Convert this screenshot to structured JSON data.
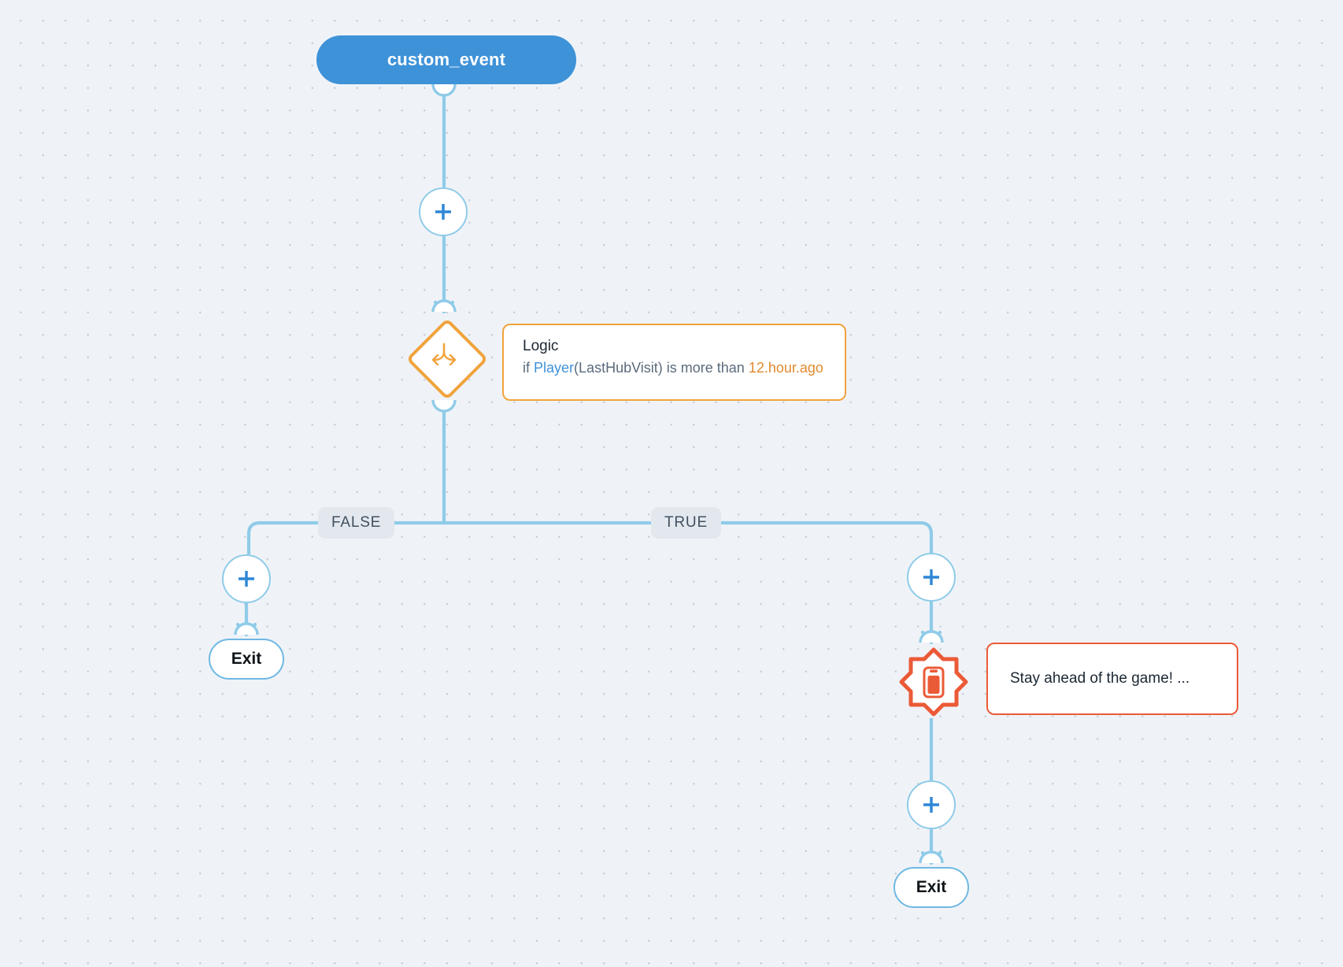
{
  "canvas": {
    "background_color": "#eff3f8",
    "dot_color": "#c7ccd6"
  },
  "trigger": {
    "label": "custom_event",
    "color": "#3e92d8",
    "icon": "trigger-node"
  },
  "add_buttons": [
    {
      "name": "add-step-after-trigger",
      "icon": "plus-icon"
    },
    {
      "name": "add-step-false-branch",
      "icon": "plus-icon"
    },
    {
      "name": "add-step-true-branch",
      "icon": "plus-icon"
    },
    {
      "name": "add-step-after-push",
      "icon": "plus-icon"
    }
  ],
  "logic_node": {
    "icon": "branch-split-icon",
    "color": "#f0a33c",
    "card": {
      "title": "Logic",
      "expression": {
        "prefix": "if ",
        "entity": "Player",
        "attribute": "(LastHubVisit)",
        "operator": " is more than ",
        "value": "12.hour.ago"
      }
    }
  },
  "branches": {
    "false_label": "FALSE",
    "true_label": "TRUE",
    "label_bg": "#e3e8ef",
    "label_text_color": "#41505f"
  },
  "push_node": {
    "icon": "mobile-push-icon",
    "color": "#eb5a37",
    "card_text": "Stay ahead of the game! ..."
  },
  "exits": [
    {
      "name": "exit-false-branch",
      "label": "Exit"
    },
    {
      "name": "exit-true-branch",
      "label": "Exit"
    }
  ],
  "edge_color": "#8fcbe8"
}
